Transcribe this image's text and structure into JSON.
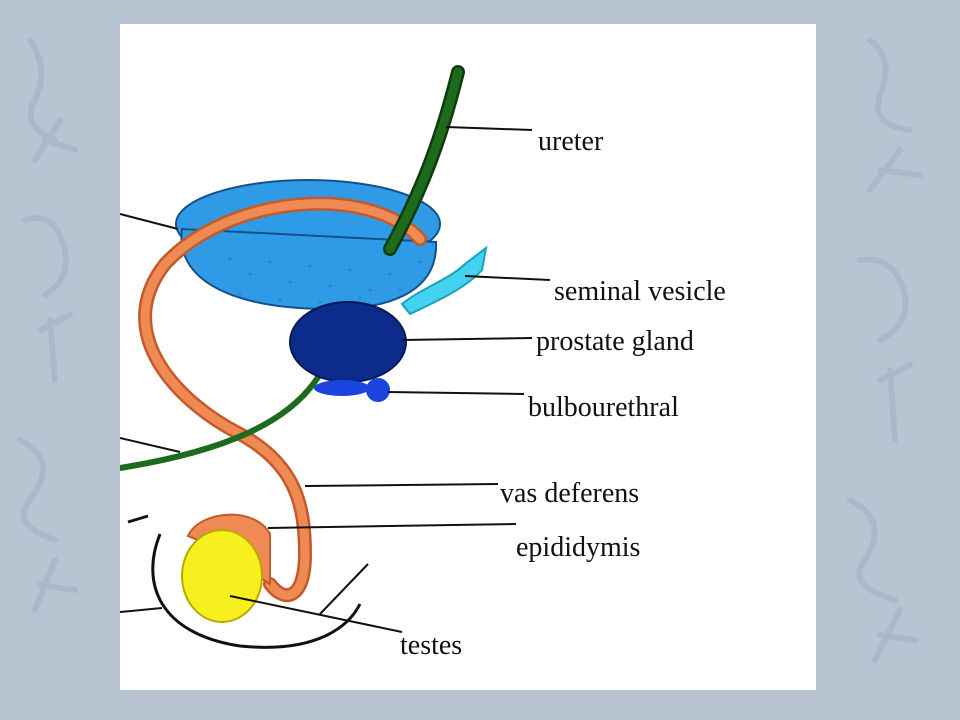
{
  "diagram": {
    "labels": {
      "ureter": "ureter",
      "seminal_vesicle": "seminal vesicle",
      "prostate_gland": "prostate gland",
      "bulbourethral": "bulbourethral",
      "vas_deferens": "vas deferens",
      "epididymis": "epididymis",
      "testes": "testes"
    },
    "colors": {
      "background": "#b9c4d3",
      "panel": "#ffffff",
      "bladder": "#2f9be6",
      "ureter": "#1e6b1e",
      "vas_deferens": "#f08a55",
      "seminal_vesicle": "#45d2f0",
      "prostate_gland": "#0d2b8a",
      "bulbourethral": "#1c45e0",
      "testes": "#f7ef1e",
      "leader_lines": "#111111"
    }
  }
}
